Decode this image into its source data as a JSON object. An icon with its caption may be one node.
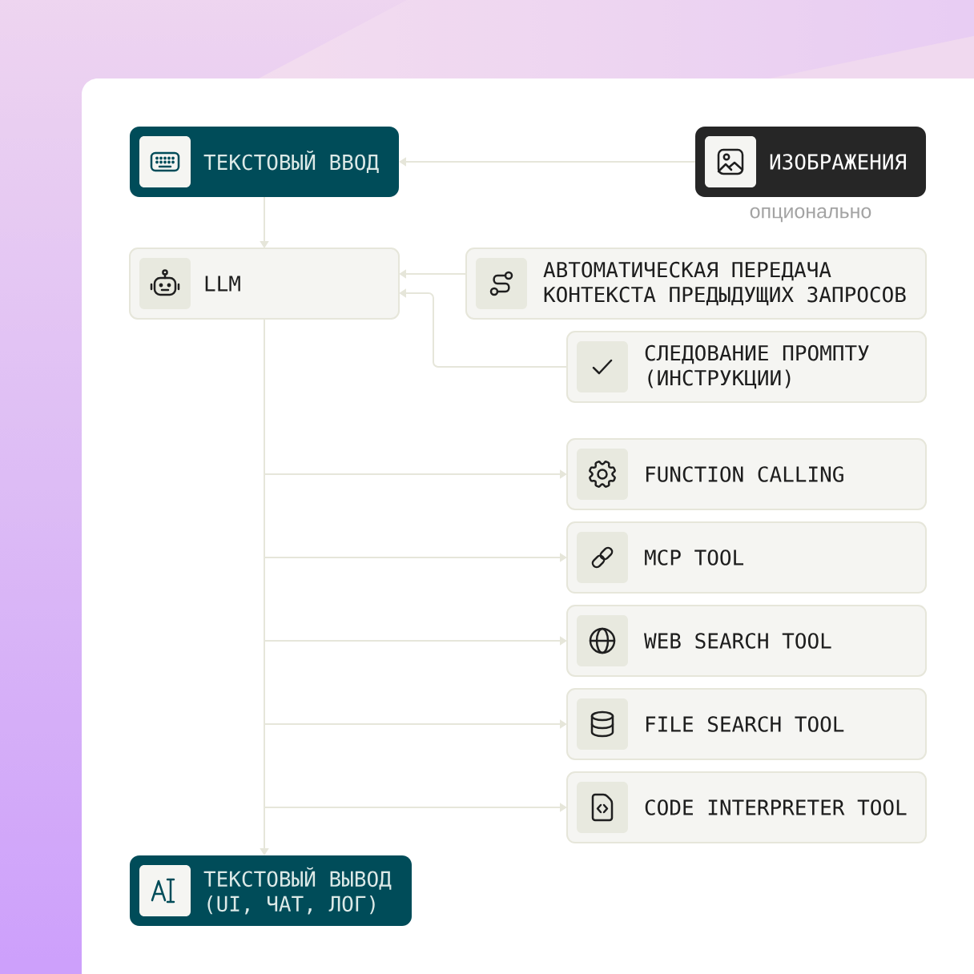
{
  "diagram": {
    "nodes": [
      {
        "text": [
          "ТЕКСТОВЫЙ ВВОД"
        ]
      },
      {
        "text": [
          "ИЗОБРАЖЕНИЯ"
        ],
        "beside": [
          "опционально"
        ]
      },
      {
        "text": [
          "LLM"
        ]
      },
      {
        "text": [
          "АВТОМАТИЧЕСКАЯ ПЕРЕДАЧА КОНТЕКСТА ПРЕДЫДУЩИХ ЗАПРОСОВ"
        ]
      },
      {
        "text": [
          "СЛЕДОВАНИЕ ПРОМПТУ (ИНСТРУКЦИИ)"
        ]
      },
      {
        "text": [
          "FUNCTION CALLING"
        ]
      },
      {
        "text": [
          "MCP TOOL"
        ]
      },
      {
        "text": [
          "WEB SEARCH TOOL"
        ]
      },
      {
        "text": [
          "FILE SEARCH TOOL"
        ]
      },
      {
        "text": [
          "CODE INTERPRETER TOOL"
        ]
      },
      {
        "text": [
          "ТЕКСТОВЫЙ ВЫВОД (UI, ЧАТ, ЛОГ)"
        ]
      }
    ],
    "edges": [
      {
        "from": 1,
        "to": 0,
        "arrow": "to"
      },
      {
        "from": 0,
        "to": 2,
        "arrow": "to"
      },
      {
        "from": 3,
        "to": 2,
        "arrow": "to"
      },
      {
        "from": 4,
        "to": 2,
        "arrow": "to"
      },
      {
        "from": 2,
        "to": 5,
        "arrow": "to"
      },
      {
        "from": 2,
        "to": 6,
        "arrow": "to"
      },
      {
        "from": 2,
        "to": 7,
        "arrow": "to"
      },
      {
        "from": 2,
        "to": 8,
        "arrow": "to"
      },
      {
        "from": 2,
        "to": 9,
        "arrow": "to"
      },
      {
        "from": 2,
        "to": 10,
        "arrow": "to"
      }
    ]
  }
}
